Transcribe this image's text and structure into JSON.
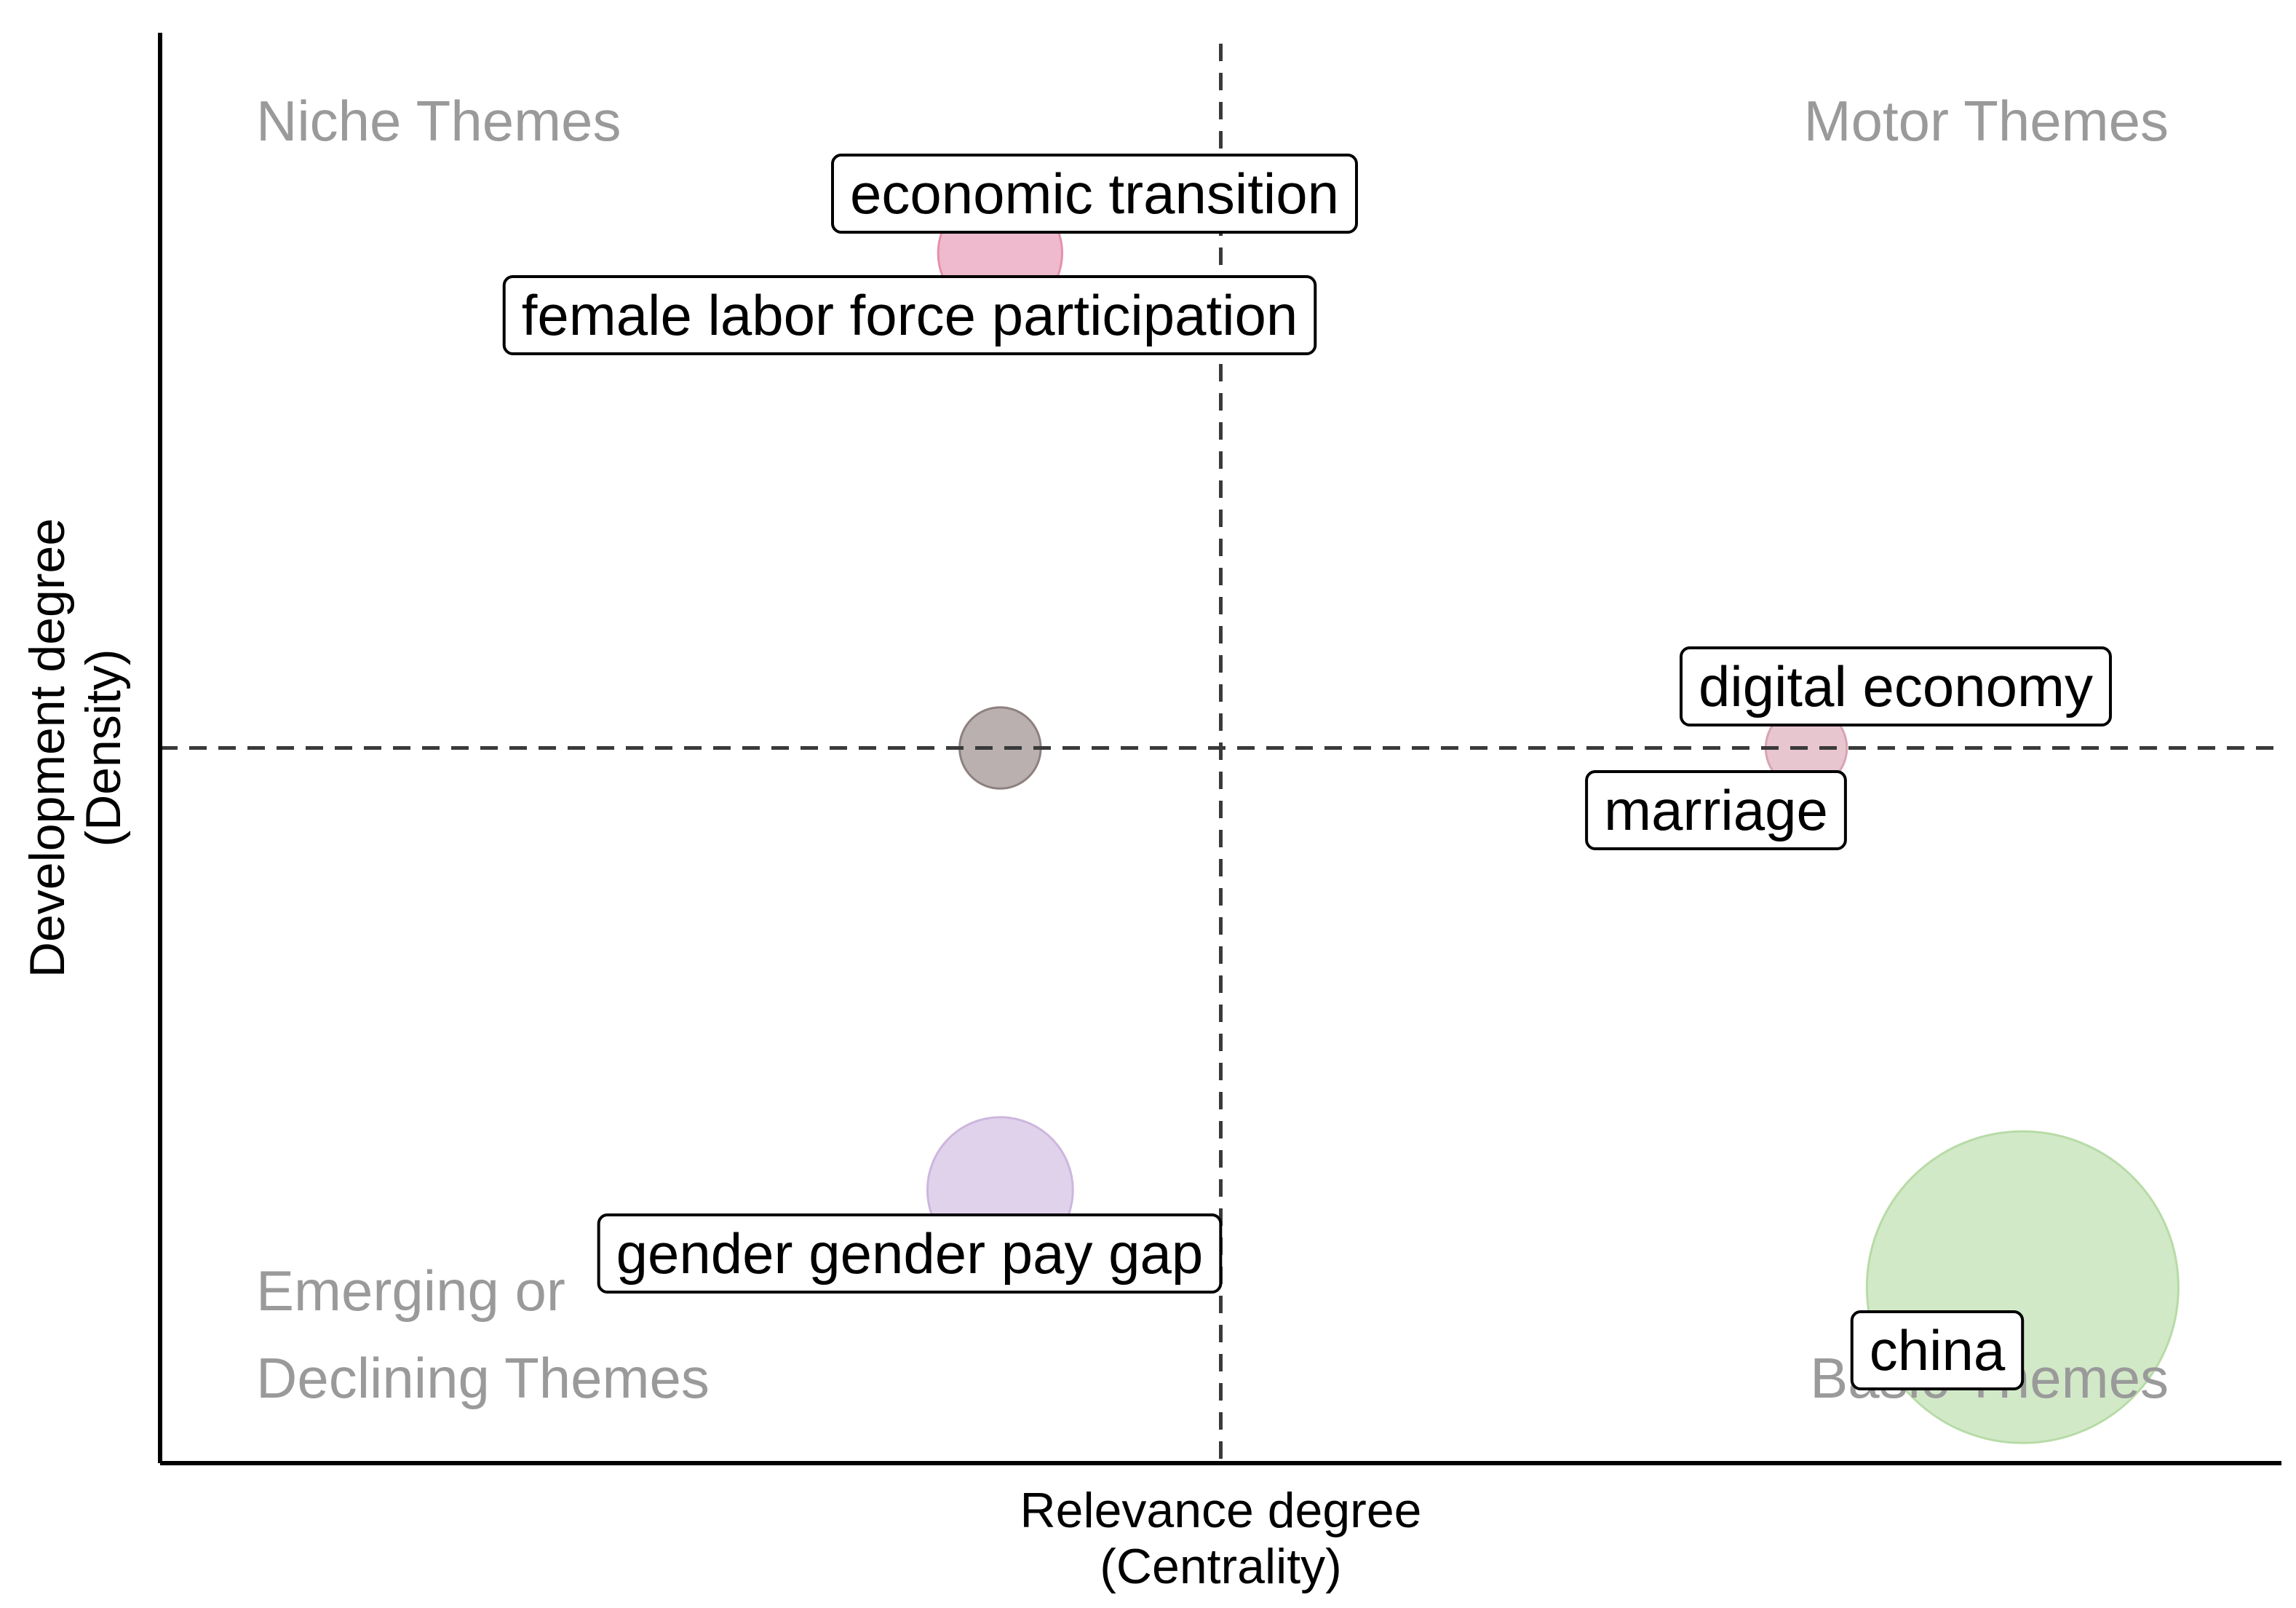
{
  "chart_data": {
    "type": "scatter",
    "title": "",
    "xlabel": [
      "Relevance degree",
      "(Centrality)"
    ],
    "ylabel": [
      "Development degree",
      "(Density)"
    ],
    "quadrant_labels": {
      "top_left": [
        "Niche Themes"
      ],
      "top_right": [
        "Motor Themes"
      ],
      "bottom_left": [
        "Emerging or",
        "Declining Themes"
      ],
      "bottom_right": [
        "Basic Themes"
      ]
    },
    "xlim": [
      0,
      1
    ],
    "ylim": [
      0,
      1
    ],
    "x_center": 0.5,
    "y_center": 0.5,
    "grid": false,
    "legend": "none",
    "points": [
      {
        "x": 0.396,
        "y": 0.846,
        "size": 0.3,
        "color": "#e58fae",
        "labels": [
          "economic transition",
          "female labor force participation"
        ]
      },
      {
        "x": 0.396,
        "y": 0.5,
        "size": 0.14,
        "color": "#8f8080",
        "labels": []
      },
      {
        "x": 0.776,
        "y": 0.5,
        "size": 0.14,
        "color": "#d9a3b3",
        "labels": [
          "digital economy",
          "marriage"
        ]
      },
      {
        "x": 0.396,
        "y": 0.191,
        "size": 0.38,
        "color": "#cdb6de",
        "labels": [
          "gender gender pay gap"
        ]
      },
      {
        "x": 0.878,
        "y": 0.123,
        "size": 1.0,
        "color": "#b7dba6",
        "labels": [
          "china"
        ]
      }
    ]
  }
}
